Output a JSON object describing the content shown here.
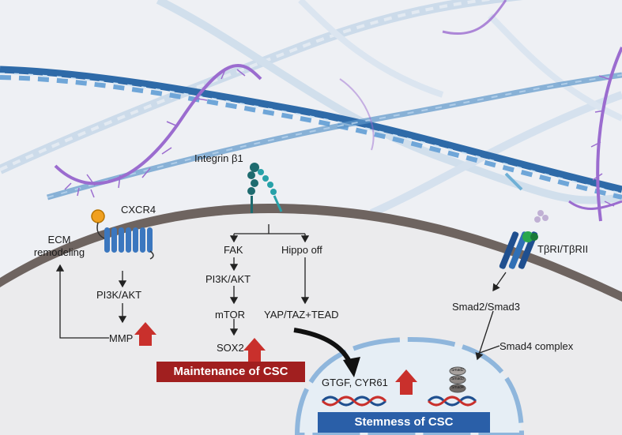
{
  "labels": {
    "integrin": "Integrin β1",
    "cxcr4": "CXCR4",
    "ecm_remodeling": "ECM\nremodeling",
    "pi3k_akt_left": "PI3K/AKT",
    "mmp": "MMP",
    "fak": "FAK",
    "hippo_off": "Hippo off",
    "pi3k_akt_mid": "PI3K/AKT",
    "mtor": "mTOR",
    "sox2": "SOX2",
    "yap_taz_tead": "YAP/TAZ+TEAD",
    "tgfbr": "TβRI/TβRII",
    "smad23": "Smad2/Smad3",
    "smad4": "Smad4 complex",
    "gtgf_cyr61": "GTGF, CYR61",
    "smad_icon_1": "Smad2",
    "smad_icon_2": "Smad3",
    "smad_icon_3": "Smad4"
  },
  "banners": {
    "maintenance": "Maintenance of CSC",
    "stemness": "Stemness of CSC"
  },
  "colors": {
    "maintenance_banner": "#a11f1f",
    "stemness_banner": "#2a5fa8",
    "up_arrow": "#c9302c",
    "membrane": "#6e6460",
    "collagen": "#2e6aa8",
    "glycan": "#9b6ccf"
  }
}
